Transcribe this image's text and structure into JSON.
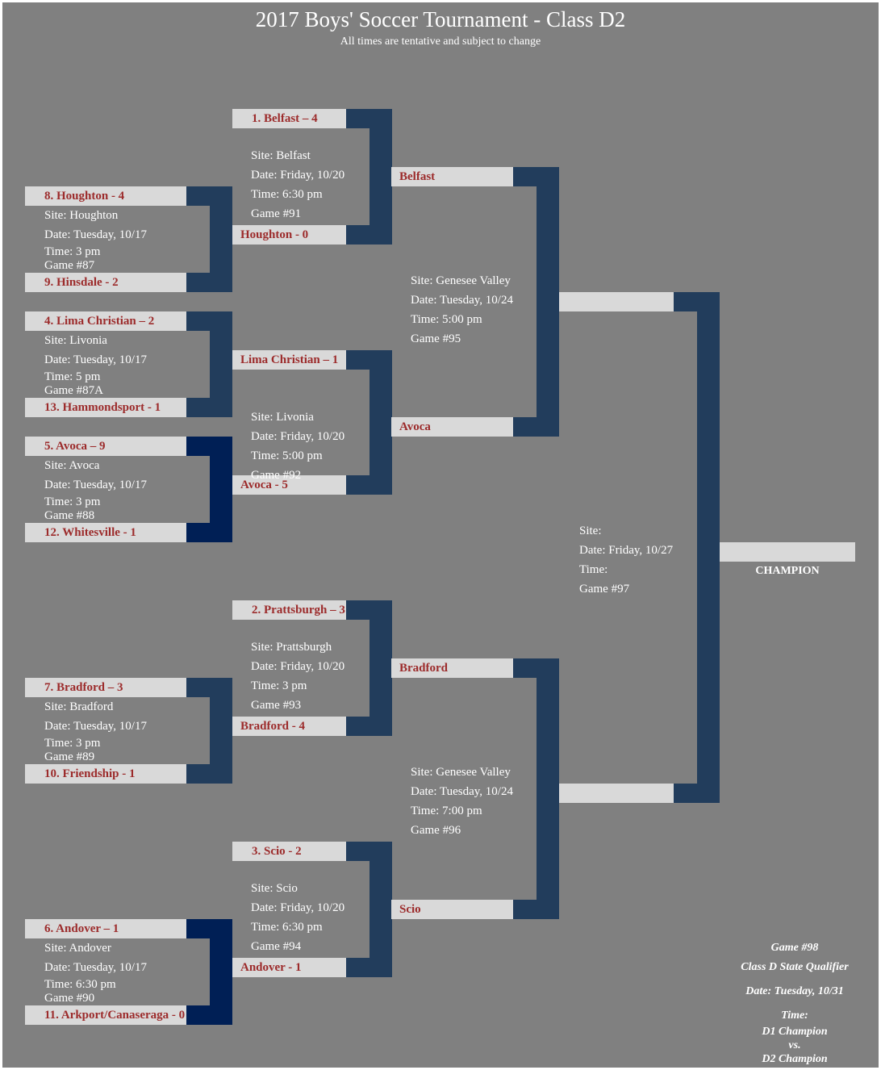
{
  "header": {
    "title": "2017 Boys' Soccer Tournament - Class D2",
    "subtitle": "All times are tentative and subject to change"
  },
  "r1": {
    "g87": {
      "top": "8. Houghton - 4",
      "bottom": "9. Hinsdale - 2",
      "site": "Site: Houghton",
      "date": "Date: Tuesday, 10/17",
      "time": "Time: 3 pm",
      "game": "Game #87"
    },
    "g87a": {
      "top": "4. Lima Christian – 2",
      "bottom": "13. Hammondsport - 1",
      "site": "Site: Livonia",
      "date": "Date: Tuesday, 10/17",
      "time": "Time: 5 pm",
      "game": "Game #87A"
    },
    "g88": {
      "top": "5. Avoca – 9",
      "bottom": "12. Whitesville - 1",
      "site": "Site: Avoca",
      "date": "Date: Tuesday, 10/17",
      "time": "Time: 3 pm",
      "game": "Game #88"
    },
    "g89": {
      "top": "7. Bradford – 3",
      "bottom": "10. Friendship - 1",
      "site": "Site: Bradford",
      "date": "Date: Tuesday, 10/17",
      "time": "Time: 3 pm",
      "game": "Game #89"
    },
    "g90": {
      "top": "6. Andover – 1",
      "bottom": "11. Arkport/Canaseraga - 0",
      "site": "Site: Andover",
      "date": "Date: Tuesday, 10/17",
      "time": "Time: 6:30 pm",
      "game": "Game #90"
    }
  },
  "r2": {
    "g91": {
      "top": "1. Belfast – 4",
      "bottom": "Houghton - 0",
      "site": "Site: Belfast",
      "date": "Date: Friday, 10/20",
      "time": "Time: 6:30 pm",
      "game": "Game #91"
    },
    "g92": {
      "top": "Lima Christian – 1",
      "bottom": "Avoca - 5",
      "site": "Site: Livonia",
      "date": "Date: Friday, 10/20",
      "time": "Time: 5:00 pm",
      "game": "Game #92"
    },
    "g93": {
      "top": "2. Prattsburgh – 3",
      "bottom": "Bradford - 4",
      "site": "Site: Prattsburgh",
      "date": "Date: Friday, 10/20",
      "time": "Time: 3 pm",
      "game": "Game #93"
    },
    "g94": {
      "top": "3. Scio - 2",
      "bottom": "Andover - 1",
      "site": "Site: Scio",
      "date": "Date: Friday, 10/20",
      "time": "Time: 6:30 pm",
      "game": "Game #94"
    }
  },
  "r3": {
    "g95": {
      "top": "Belfast",
      "bottom": "Avoca",
      "site": "Site: Genesee Valley",
      "date": "Date: Tuesday, 10/24",
      "time": "Time: 5:00 pm",
      "game": "Game #95"
    },
    "g96": {
      "top": "Bradford",
      "bottom": "Scio",
      "site": "Site: Genesee Valley",
      "date": "Date: Tuesday, 10/24",
      "time": "Time: 7:00 pm",
      "game": "Game #96"
    }
  },
  "final": {
    "top": "",
    "bottom": "",
    "site": "Site:",
    "date": "Date: Friday, 10/27",
    "time": "Time:",
    "game": "Game #97",
    "champion_slot": "",
    "champion_label": "CHAMPION"
  },
  "qualifier": {
    "game": "Game #98",
    "name": "Class D State Qualifier",
    "date": "Date: Tuesday, 10/31",
    "time": "Time:",
    "team1": "D1 Champion",
    "vs": "vs.",
    "team2": "D2 Champion"
  },
  "colors": {
    "background": "#808080",
    "connector": "#223d5c",
    "connector_dark": "#001f55",
    "slot": "#d9d9d9",
    "team_text": "#9c2b2b",
    "info_text": "#ffffff"
  }
}
